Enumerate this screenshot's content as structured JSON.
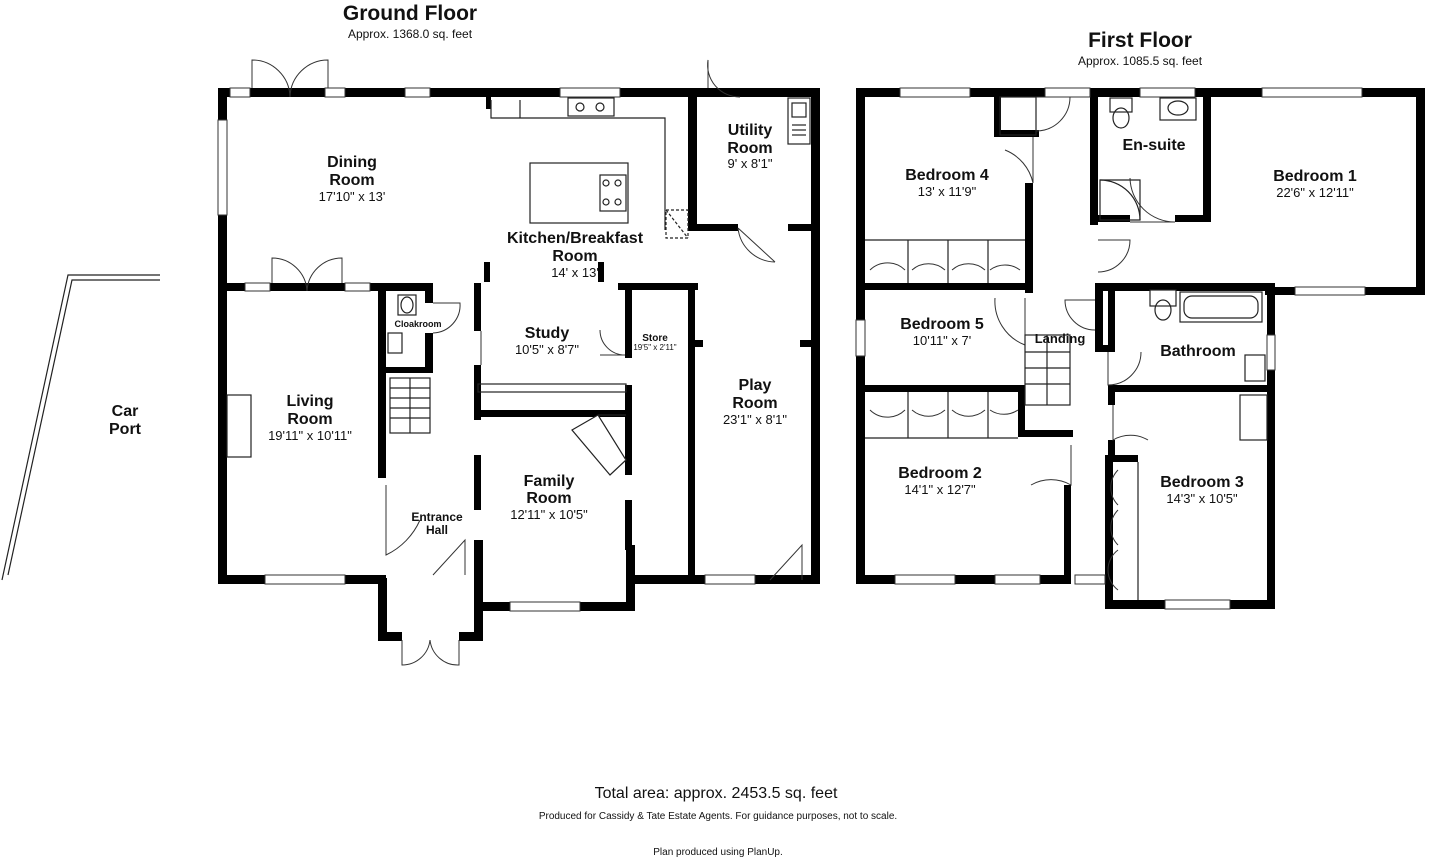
{
  "ground_floor": {
    "title": "Ground Floor",
    "area": "Approx. 1368.0 sq. feet",
    "rooms": {
      "dining": {
        "name1": "Dining",
        "name2": "Room",
        "dim": "17'10\" x 13'"
      },
      "kitchen": {
        "name1": "Kitchen/Breakfast",
        "name2": "Room",
        "dim": "14' x 13'"
      },
      "utility": {
        "name1": "Utility",
        "name2": "Room",
        "dim": "9' x 8'1\""
      },
      "cloakroom": {
        "name1": "Cloakroom"
      },
      "study": {
        "name1": "Study",
        "dim": "10'5\" x 8'7\""
      },
      "store": {
        "name1": "Store",
        "dim": "19'5\" x 2'11\""
      },
      "play": {
        "name1": "Play",
        "name2": "Room",
        "dim": "23'1\" x 8'1\""
      },
      "living": {
        "name1": "Living",
        "name2": "Room",
        "dim": "19'11\" x 10'11\""
      },
      "family": {
        "name1": "Family",
        "name2": "Room",
        "dim": "12'11\" x 10'5\""
      },
      "entrance": {
        "name1": "Entrance",
        "name2": "Hall"
      },
      "carport": {
        "name1": "Car",
        "name2": "Port"
      }
    }
  },
  "first_floor": {
    "title": "First Floor",
    "area": "Approx. 1085.5 sq. feet",
    "rooms": {
      "bedroom4": {
        "name1": "Bedroom 4",
        "dim": "13' x 11'9\""
      },
      "ensuite": {
        "name1": "En-suite"
      },
      "bedroom1": {
        "name1": "Bedroom 1",
        "dim": "22'6\" x 12'11\""
      },
      "bedroom5": {
        "name1": "Bedroom 5",
        "dim": "10'11\" x 7'"
      },
      "landing": {
        "name1": "Landing"
      },
      "bathroom": {
        "name1": "Bathroom"
      },
      "bedroom2": {
        "name1": "Bedroom 2",
        "dim": "14'1\" x 12'7\""
      },
      "bedroom3": {
        "name1": "Bedroom 3",
        "dim": "14'3\" x 10'5\""
      }
    }
  },
  "footer": {
    "total": "Total area: approx. 2453.5 sq. feet",
    "disclaimer": "Produced for Cassidy & Tate Estate Agents. For guidance purposes, not to scale.",
    "credit": "Plan produced using PlanUp."
  }
}
